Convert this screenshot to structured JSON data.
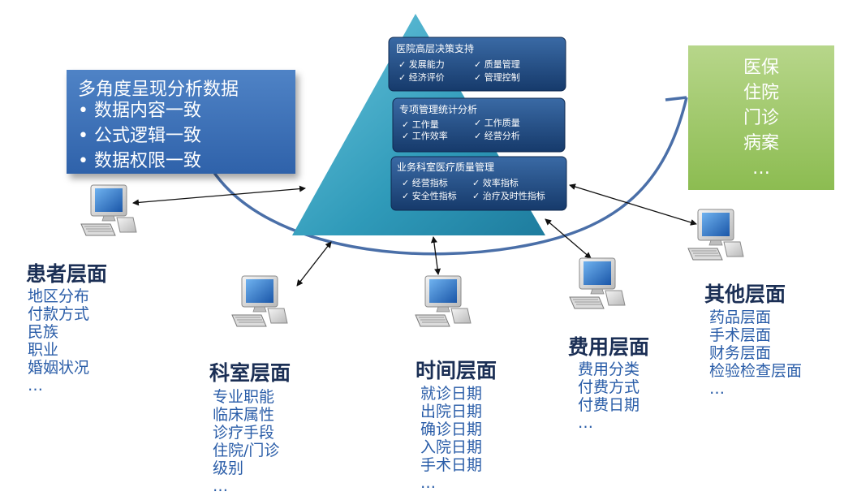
{
  "callout": {
    "heading": "多角度呈现分析数据",
    "bullets": [
      "• 数据内容一致",
      "• 公式逻辑一致",
      "• 数据权限一致"
    ]
  },
  "pyramid": {
    "panels": [
      {
        "title": "医院高层决策支持",
        "items": [
          "✓ 发展能力",
          "✓ 质量管理",
          "✓ 经济评价",
          "✓ 管理控制"
        ]
      },
      {
        "title": "专项管理统计分析",
        "items": [
          "✓ 工作量",
          "✓ 工作质量",
          "✓ 工作效率",
          "✓ 经营分析"
        ]
      },
      {
        "title": "业务科室医疗质量管理",
        "items": [
          "✓ 经营指标",
          "✓ 效率指标",
          "✓ 安全性指标",
          "✓ 治疗及时性指标"
        ]
      }
    ]
  },
  "green_box": {
    "items": [
      "医保",
      "住院",
      "门诊",
      "病案",
      "…"
    ]
  },
  "dimensions": {
    "patient": {
      "title": "患者层面",
      "items": [
        "地区分布",
        "付款方式",
        "民族",
        "职业",
        "婚姻状况",
        "…"
      ]
    },
    "department": {
      "title": "科室层面",
      "items": [
        "专业职能",
        "临床属性",
        "诊疗手段",
        "住院/门诊",
        "级别",
        "…"
      ]
    },
    "time": {
      "title": "时间层面",
      "items": [
        "就诊日期",
        "出院日期",
        "确诊日期",
        "入院日期",
        "手术日期",
        "…"
      ]
    },
    "cost": {
      "title": "费用层面",
      "items": [
        "费用分类",
        "付费方式",
        "付费日期",
        "…"
      ]
    },
    "other": {
      "title": "其他层面",
      "items": [
        "药品层面",
        "手术层面",
        "财务层面",
        "检验检查层面",
        "…"
      ]
    }
  },
  "colors": {
    "pyramid": "#3fa3c4",
    "panel": "#1f4a80",
    "arc": "#4a6fa8",
    "title_text": "#1b2f55",
    "list_text": "#2a5da8",
    "callout": "#3a6cb3",
    "green": "#9cc866"
  },
  "icons": {
    "computer": "computer-icon"
  }
}
